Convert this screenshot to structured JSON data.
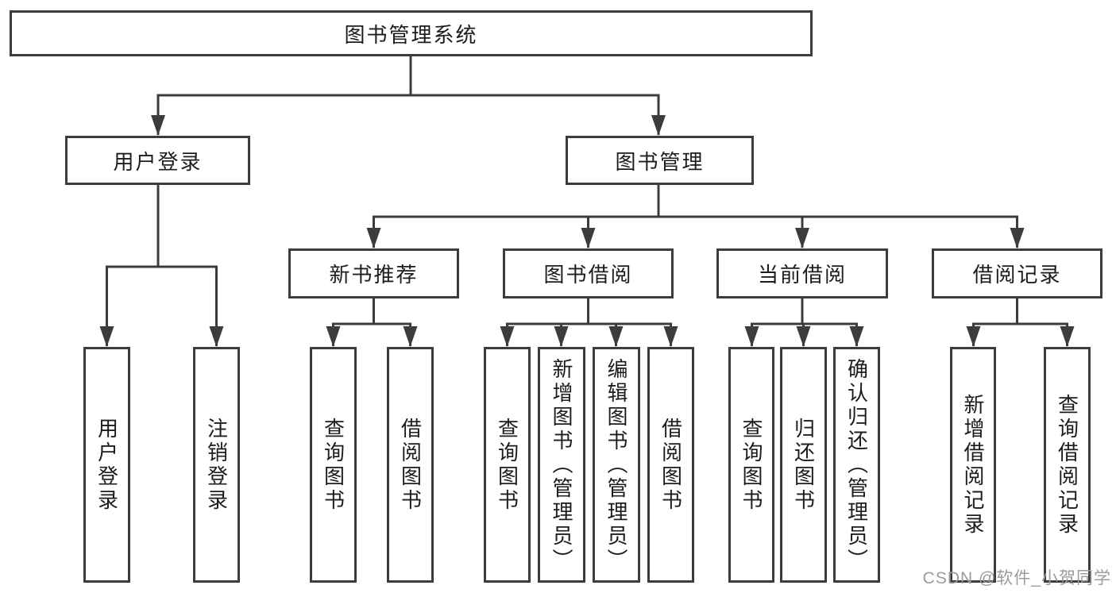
{
  "colors": {
    "box_border": "#3c3c3c",
    "connector_line": "#3c3c3c",
    "text": "#1c1c1c",
    "watermark_text": "#9b9b9b",
    "background": "#ffffff"
  },
  "tree": {
    "root": {
      "label": "图书管理系统"
    },
    "branches": [
      {
        "label": "用户登录",
        "children": [
          {
            "label": "用户登录"
          },
          {
            "label": "注销登录"
          }
        ]
      },
      {
        "label": "图书管理",
        "children": [
          {
            "label": "新书推荐",
            "children": [
              {
                "label": "查询图书"
              },
              {
                "label": "借阅图书"
              }
            ]
          },
          {
            "label": "图书借阅",
            "children": [
              {
                "label": "查询图书"
              },
              {
                "label": "新增图书（管理员）"
              },
              {
                "label": "编辑图书（管理员）"
              },
              {
                "label": "借阅图书"
              }
            ]
          },
          {
            "label": "当前借阅",
            "children": [
              {
                "label": "查询图书"
              },
              {
                "label": "归还图书"
              },
              {
                "label": "确认归还（管理员）"
              }
            ]
          },
          {
            "label": "借阅记录",
            "children": [
              {
                "label": "新增借阅记录"
              },
              {
                "label": "查询借阅记录"
              }
            ]
          }
        ]
      }
    ]
  },
  "watermark": {
    "text": "CSDN @软件_小贺同学"
  }
}
